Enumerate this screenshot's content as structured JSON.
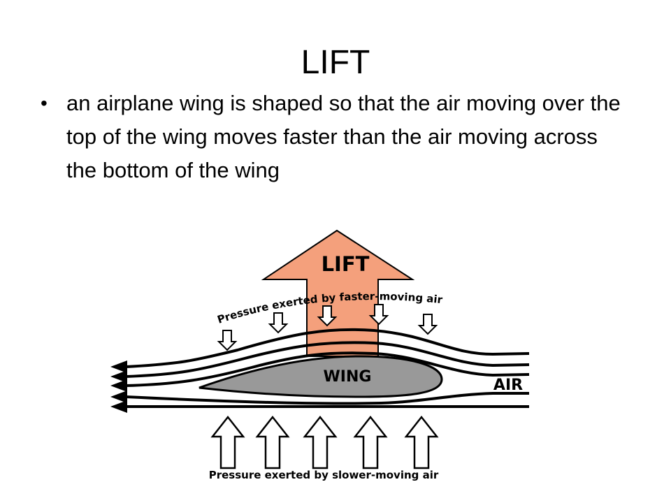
{
  "slide": {
    "title": "LIFT",
    "bullets": [
      "an airplane wing is shaped so that the air moving over the top of the wing moves faster than the air moving across the bottom of the wing"
    ]
  },
  "figure": {
    "lift_label": "LIFT",
    "wing_label": "WING",
    "air_label": "AIR",
    "top_pressure_label": "Pressure exerted by faster-moving air",
    "bottom_pressure_label": "Pressure exerted by slower-moving air"
  },
  "colors": {
    "lift_arrow_fill": "#f4a07c",
    "wing_fill": "#999999",
    "outline": "#000000"
  }
}
